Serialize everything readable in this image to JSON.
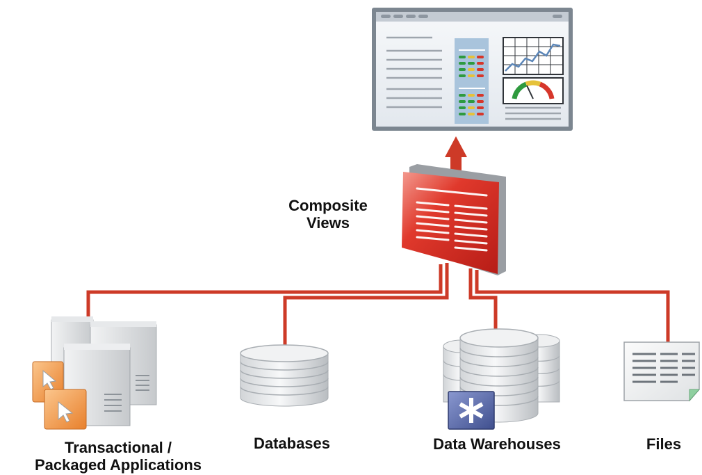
{
  "diagram": {
    "hub": {
      "label_line1": "Composite",
      "label_line2": "Views"
    },
    "sources": [
      {
        "label_line1": "Transactional /",
        "label_line2": "Packaged Applications",
        "icon": "server-stack-icon"
      },
      {
        "label": "Databases",
        "icon": "database-cylinder-icon"
      },
      {
        "label": "Data Warehouses",
        "icon": "data-warehouse-icon"
      },
      {
        "label": "Files",
        "icon": "document-icon"
      }
    ],
    "target": {
      "icon": "dashboard-window-icon"
    },
    "colors": {
      "connector": "#cd3a27",
      "hub_red": "#d62a22",
      "window_frame": "#7c8690",
      "window_bg": "#eef1f5",
      "panel_blue": "#a9c4dc",
      "icon_orange": "#f2a04e",
      "warehouse_badge": "#5a6aa8"
    }
  }
}
